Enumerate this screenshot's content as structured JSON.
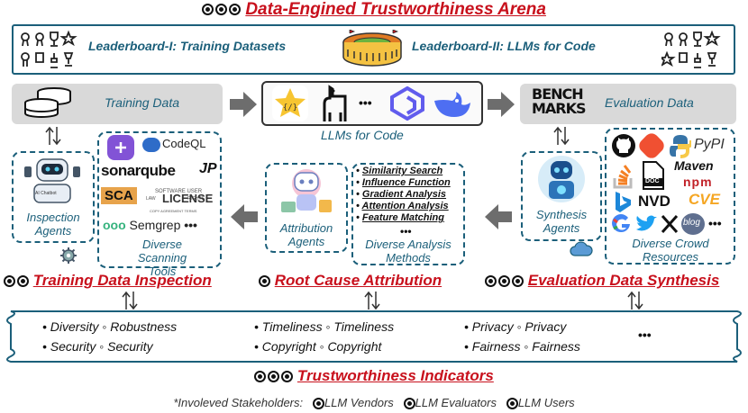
{
  "title": "Data-Engined Trustworthiness Arena",
  "arena": {
    "leaderboard_1": "Leaderboard-I: Training Datasets",
    "leaderboard_2": "Leaderboard-II: LLMs for Code"
  },
  "flow": {
    "training_data": "Training Data",
    "llms_caption": "LLMs for Code",
    "llm_dots": "•••",
    "benchmarks_logo": "BENCH MARKS",
    "evaluation_data": "Evaluation Data"
  },
  "inspection": {
    "agents_label": "Inspection Agents",
    "tools_label": "Diverse Scanning Tools",
    "tools": [
      "CodeQL",
      "sonarqube",
      "JP",
      "SCA",
      "LICENSE",
      "Semgrep"
    ],
    "tools_dots": "•••",
    "robot_caption": "AI Chatbot",
    "section_title": "Training Data Inspection"
  },
  "attribution": {
    "agents_label": "Attribution Agents",
    "methods": [
      "Similarity Search",
      "Influence Function",
      "Gradient Analysis",
      "Attention Analysis",
      "Feature Matching"
    ],
    "methods_dots": "•••",
    "methods_label": "Diverse Analysis Methods",
    "section_title": "Root Cause Attribution"
  },
  "synthesis": {
    "agents_label": "Synthesis Agents",
    "resources": [
      "PyPI",
      "Maven",
      "npm",
      "DOC",
      "NVD",
      "CVE",
      "blog"
    ],
    "resources_dots": "•••",
    "resources_label": "Diverse Crowd Resources",
    "section_title": "Evaluation Data Synthesis"
  },
  "indicators": {
    "col1": [
      "• Diversity ◦ Robustness",
      "• Security ◦ Security"
    ],
    "col2": [
      "• Timeliness ◦ Timeliness",
      "• Copyright ◦ Copyright"
    ],
    "col3": [
      "• Privacy ◦ Privacy",
      "• Fairness ◦ Fairness"
    ],
    "dots": "•••",
    "title": "Trustworthiness Indicators"
  },
  "stakeholders": {
    "prefix": "*Involeved Stakeholders:",
    "vendors": "LLM Vendors",
    "evaluators": "LLM Evaluators",
    "users": "LLM Users"
  },
  "colors": {
    "title_red": "#c8101c",
    "teal": "#1b5f7a",
    "gray_box": "#d9d9d9",
    "arrow_gray": "#6d6d6d"
  }
}
